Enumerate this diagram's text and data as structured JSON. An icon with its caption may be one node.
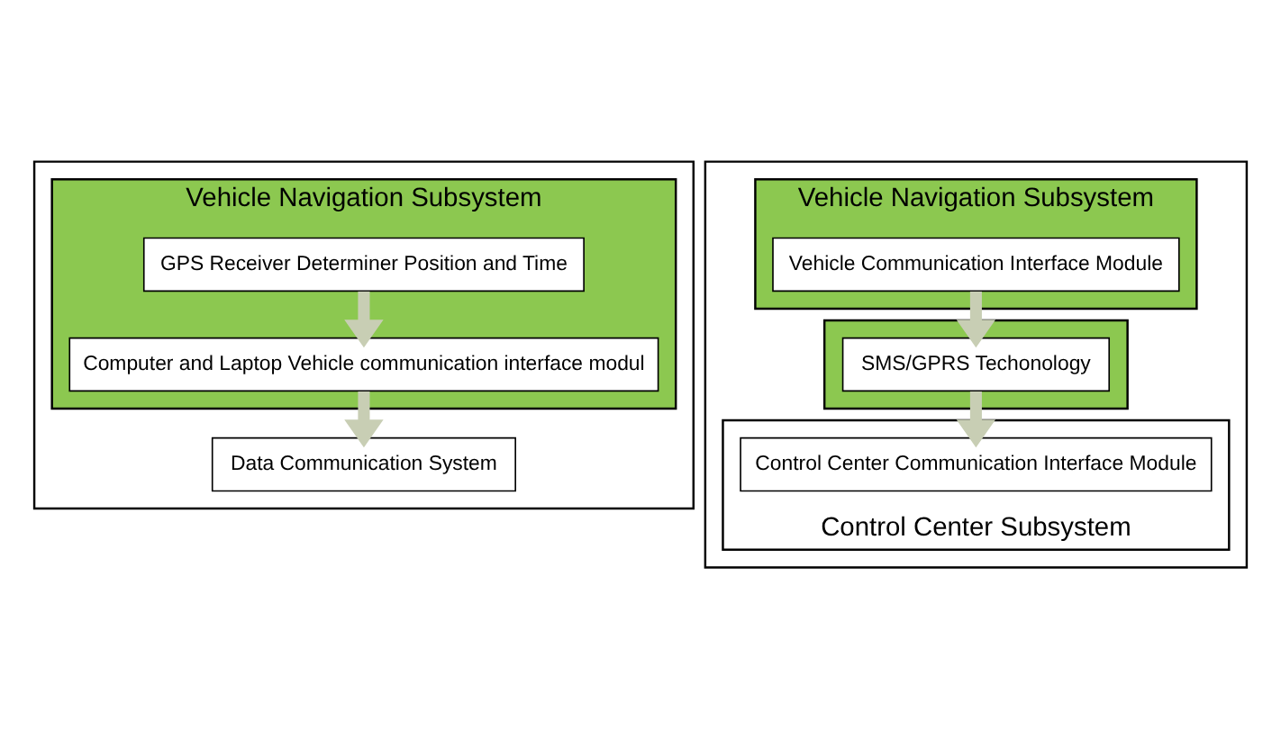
{
  "diagram": {
    "nodes": [
      {
        "text": [],
        "shape": "box"
      },
      {
        "text": [
          "Vehicle Navigation Subsystem"
        ],
        "in": 0
      },
      {
        "text": [
          "GPS Receiver Determiner Position and Time"
        ],
        "in": 1
      },
      {
        "text": [
          "Computer and Laptop Vehicle communication interface modul"
        ],
        "in": 1
      },
      {
        "text": [
          "Data Communication System"
        ],
        "in": 0
      },
      {
        "text": [],
        "shape": "box"
      },
      {
        "text": [
          "Vehicle Navigation Subsystem"
        ],
        "in": 5
      },
      {
        "text": [
          "Vehicle Communication Interface Module"
        ],
        "in": 6
      },
      {
        "text": [],
        "shape": "box",
        "in": 5
      },
      {
        "text": [
          "SMS/GPRS Techonology"
        ],
        "in": 8
      },
      {
        "text": [
          "Control Center Subsystem"
        ],
        "in": 5
      },
      {
        "text": [
          "Control Center Communication Interface Module"
        ],
        "in": 10
      }
    ],
    "edges": [
      {
        "from": 2,
        "to": 3,
        "arrow": "to"
      },
      {
        "from": 3,
        "to": 4,
        "arrow": "to"
      },
      {
        "from": 7,
        "to": 9,
        "arrow": "to"
      },
      {
        "from": 9,
        "to": 11,
        "arrow": "to"
      }
    ]
  }
}
